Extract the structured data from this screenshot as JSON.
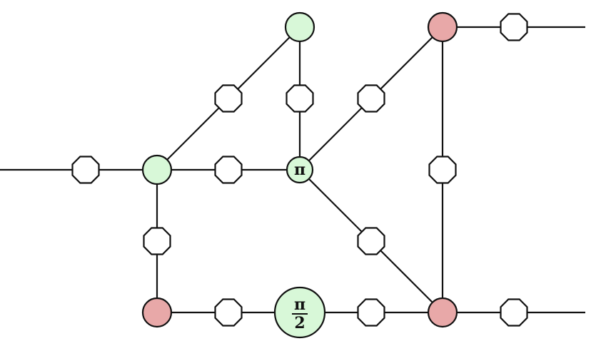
{
  "colors": {
    "green": "#d8f8d8",
    "red": "#e8a8a8",
    "edge": "#111111",
    "hadamard": "#ffffff"
  },
  "spiders": [
    {
      "id": "g_top",
      "color": "green",
      "label": ""
    },
    {
      "id": "r_top",
      "color": "red",
      "label": ""
    },
    {
      "id": "g_left",
      "color": "green",
      "label": ""
    },
    {
      "id": "g_pi",
      "color": "green",
      "label": "π"
    },
    {
      "id": "r_bl",
      "color": "red",
      "label": ""
    },
    {
      "id": "g_pi2",
      "color": "green",
      "label": "π",
      "label_den": "2"
    },
    {
      "id": "r_br",
      "color": "red",
      "label": ""
    }
  ],
  "edges": [
    {
      "from": "in_left",
      "to": "g_left",
      "hadamard": true
    },
    {
      "from": "g_left",
      "to": "g_top",
      "hadamard": true
    },
    {
      "from": "g_top",
      "to": "g_pi",
      "hadamard": true
    },
    {
      "from": "g_left",
      "to": "g_pi",
      "hadamard": true
    },
    {
      "from": "g_pi",
      "to": "r_top",
      "hadamard": true
    },
    {
      "from": "r_top",
      "to": "out_top",
      "hadamard": true
    },
    {
      "from": "r_top",
      "to": "r_br",
      "hadamard": true
    },
    {
      "from": "g_pi",
      "to": "r_br",
      "hadamard": true
    },
    {
      "from": "g_left",
      "to": "r_bl",
      "hadamard": true
    },
    {
      "from": "r_bl",
      "to": "g_pi2",
      "hadamard": true
    },
    {
      "from": "g_pi2",
      "to": "r_br",
      "hadamard": true
    },
    {
      "from": "r_br",
      "to": "out_bottom",
      "hadamard": true
    }
  ]
}
